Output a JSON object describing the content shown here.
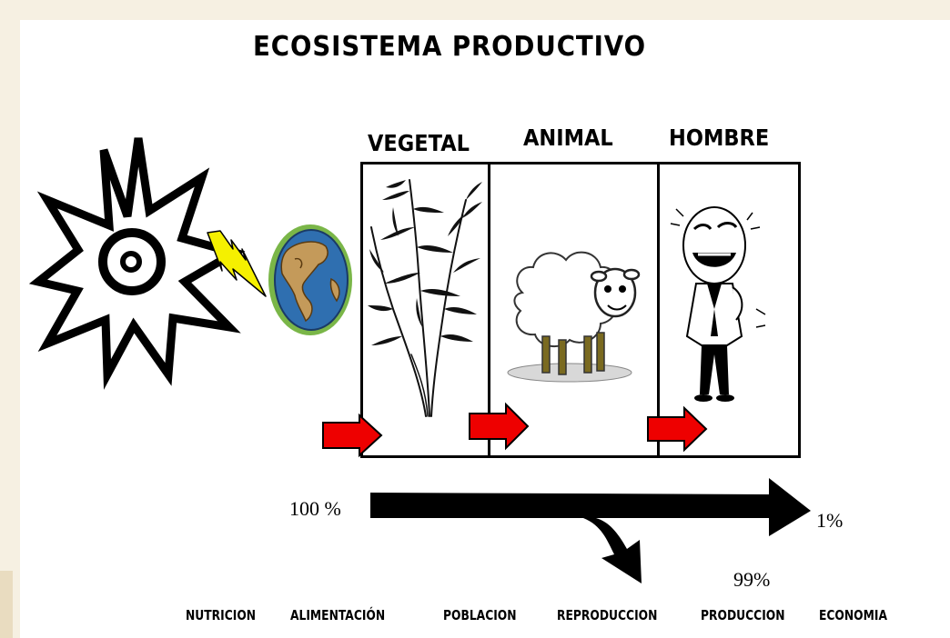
{
  "title": "ECOSISTEMA PRODUCTIVO",
  "columns": [
    {
      "label": "VEGETAL",
      "icon": "plant-icon"
    },
    {
      "label": "ANIMAL",
      "icon": "sheep-icon"
    },
    {
      "label": "HOMBRE",
      "icon": "man-icon"
    }
  ],
  "energy_source": {
    "sun_icon": "sun-icon",
    "lightning_icon": "lightning-icon",
    "earth_icon": "earth-globe-icon"
  },
  "flow": {
    "start": "100 %",
    "end": "1%",
    "loss": "99%"
  },
  "bottom_labels": [
    "NUTRICION",
    "ALIMENTACIÓN",
    "POBLACION",
    "REPRODUCCION",
    "PRODUCCION",
    "ECONOMIA"
  ],
  "colors": {
    "arrow_red": "#ee0000",
    "earth_blue": "#2f6fb0",
    "earth_green": "#7ab648",
    "bolt_yellow": "#f5f000"
  }
}
